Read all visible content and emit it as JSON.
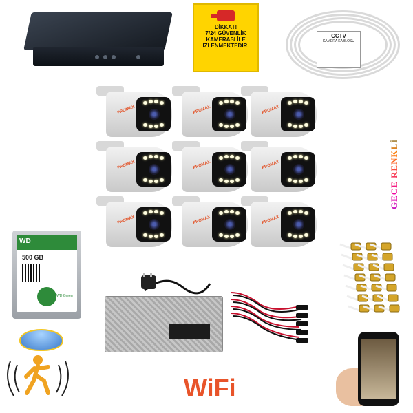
{
  "sign": {
    "text": "DİKKAT!\n7/24 GÜVENLİK\nKAMERASI İLE\nİZLENMEKTEDİR."
  },
  "cable": {
    "label_title": "CCTV",
    "label_sub": "KAMERA KABLOSU"
  },
  "camera_brand": "PROMAX",
  "night_color": "GECE RENKLİ",
  "hdd": {
    "brand": "WD",
    "capacity": "500 GB",
    "line": "WD Green"
  },
  "wifi": {
    "text": "WiFi"
  },
  "colors": {
    "sign_yellow": "#ffd400",
    "wifi_orange": "#e8542a",
    "hdd_green": "#2e8b3a",
    "brand_orange": "#e2552b"
  }
}
